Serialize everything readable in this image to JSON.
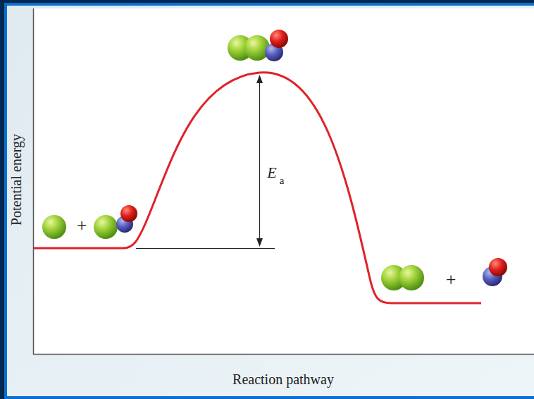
{
  "diagram": {
    "labels": [
      "Potential energy",
      "E",
      "a",
      "+",
      "+",
      "Reaction pathway"
    ]
  }
}
